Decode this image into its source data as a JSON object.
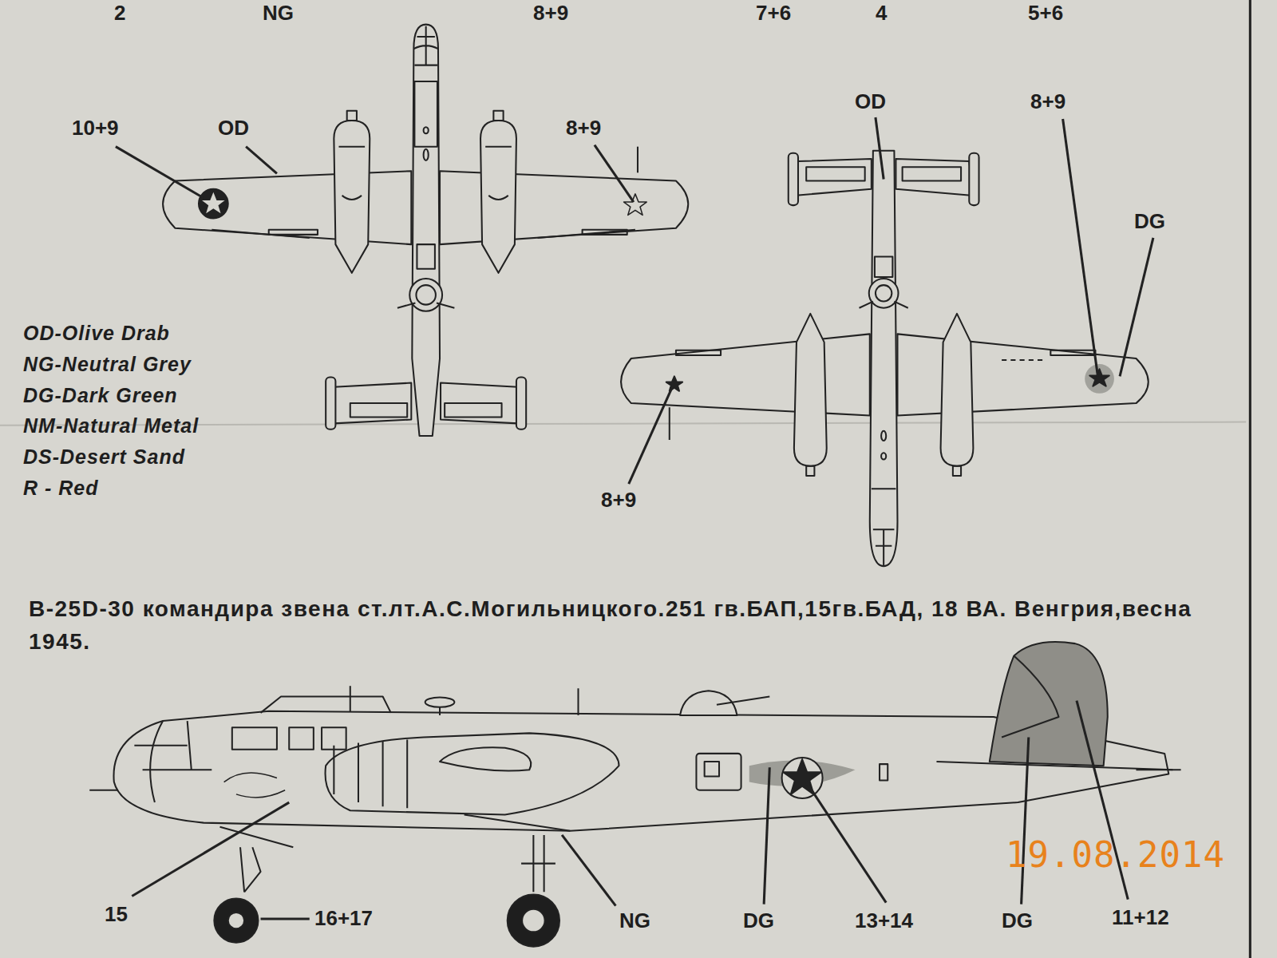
{
  "diagram": {
    "title": "B-25D-30 командира звена ст.лт.А.С.Могильницкого.251 гв.БАП,15гв.БАД, 18 ВА. Венгрия,весна 1945.",
    "labels": [
      "2",
      "NG",
      "8+9",
      "7+6",
      "4",
      "5+6",
      "10+9",
      "OD",
      "8+9",
      "OD",
      "8+9",
      "DG",
      "8+9",
      "15",
      "16+17",
      "NG",
      "DG",
      "13+14",
      "DG",
      "11+12",
      "19.08.2014"
    ],
    "legend": [
      {
        "text": "OD-Olive Drab"
      },
      {
        "text": "NG-Neutral Grey"
      },
      {
        "text": "DG-Dark Green"
      },
      {
        "text": "NM-Natural Metal"
      },
      {
        "text": "DS-Desert Sand"
      },
      {
        "text": "R - Red"
      }
    ]
  }
}
